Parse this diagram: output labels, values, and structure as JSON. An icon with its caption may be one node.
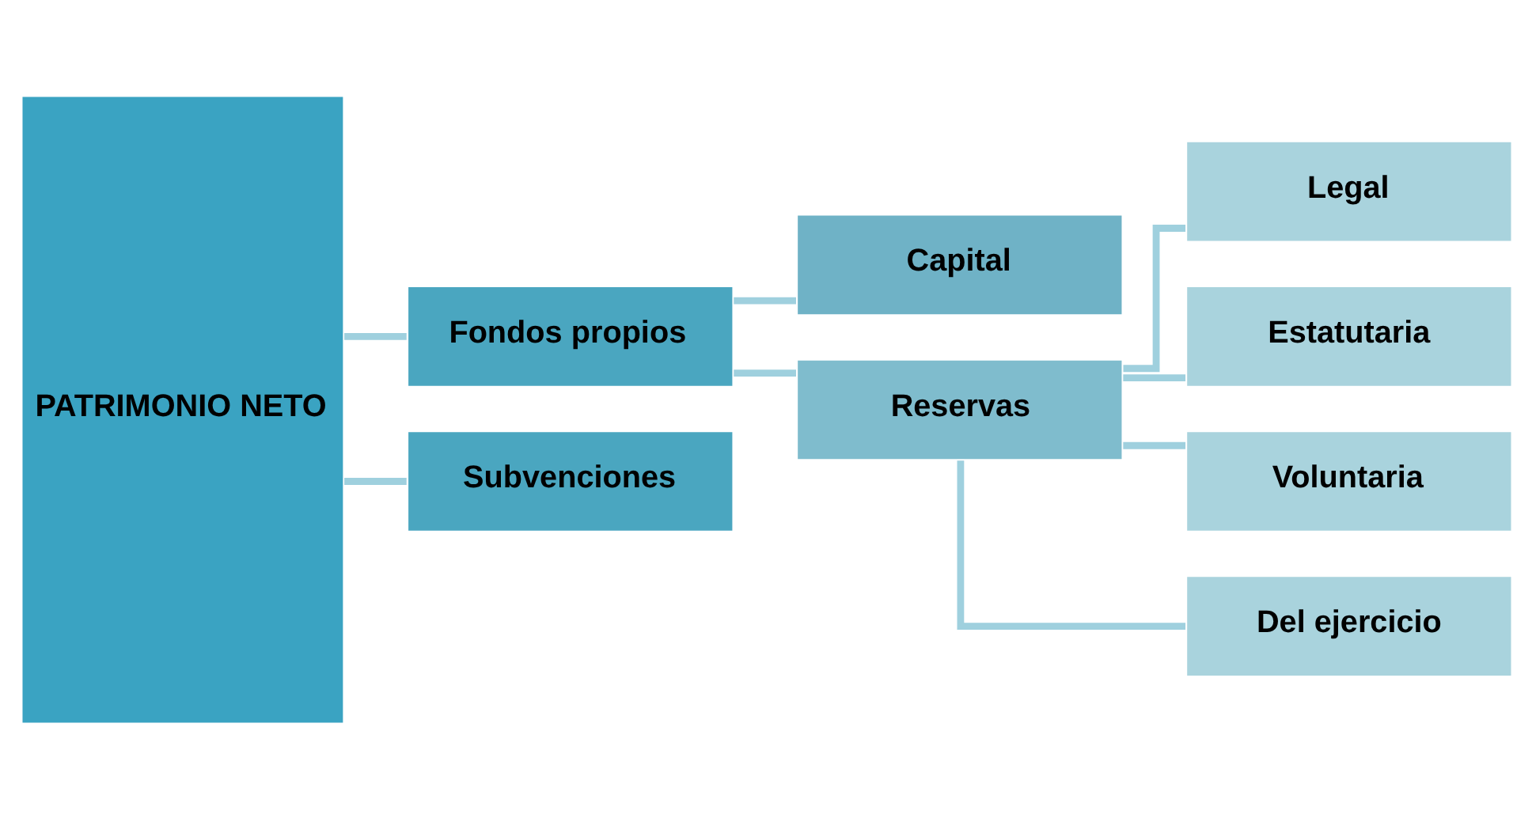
{
  "diagram": {
    "nodes": [
      {
        "text": [
          "PATRIMONIO NETO"
        ]
      },
      {
        "text": [
          "Fondos propios"
        ]
      },
      {
        "text": [
          "Subvenciones"
        ]
      },
      {
        "text": [
          "Capital"
        ]
      },
      {
        "text": [
          "Reservas"
        ]
      },
      {
        "text": [
          "Legal"
        ]
      },
      {
        "text": [
          "Estatutaria"
        ]
      },
      {
        "text": [
          "Voluntaria"
        ]
      },
      {
        "text": [
          "Del ejercicio"
        ]
      }
    ],
    "edges": [
      {
        "from": 0,
        "to": 1,
        "arrow": "none"
      },
      {
        "from": 0,
        "to": 2,
        "arrow": "none"
      },
      {
        "from": 1,
        "to": 3,
        "arrow": "none"
      },
      {
        "from": 1,
        "to": 4,
        "arrow": "none"
      },
      {
        "from": 4,
        "to": 5,
        "arrow": "none"
      },
      {
        "from": 4,
        "to": 6,
        "arrow": "none"
      },
      {
        "from": 4,
        "to": 7,
        "arrow": "none"
      },
      {
        "from": 4,
        "to": 8,
        "arrow": "none"
      }
    ]
  }
}
